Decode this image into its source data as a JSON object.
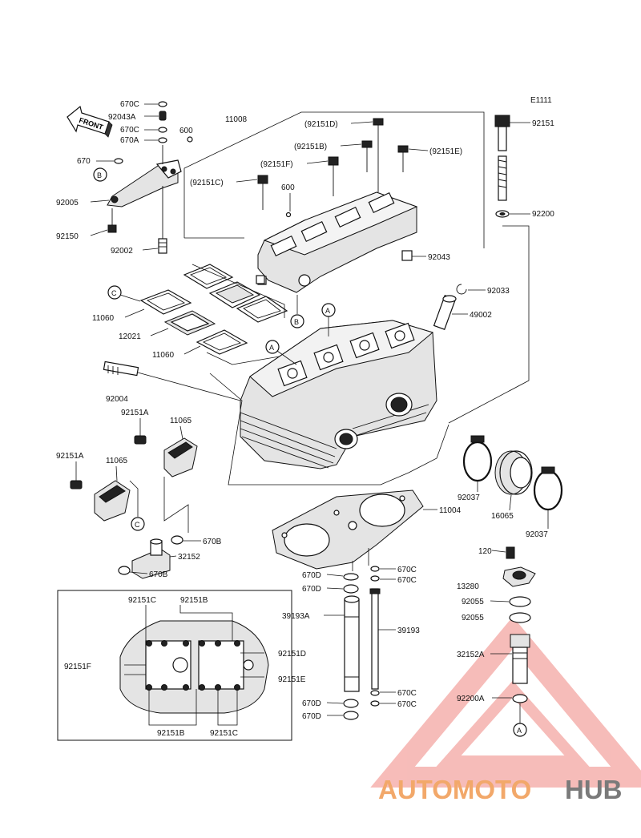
{
  "diagram_code": "E1111",
  "front_arrow": {
    "label": "FRONT"
  },
  "reference_marks": {
    "a": "A",
    "b": "B",
    "c": "C"
  },
  "watermark": {
    "text_left": "AUTOMOTO",
    "text_right": "HUB",
    "color_left": "#f2a86a",
    "color_right": "#7a7a7a",
    "logo_color": "#f4a6a2"
  },
  "labels": {
    "p670C_top": "670C",
    "p92043A": "92043A",
    "p670C_mid": "670C",
    "p670A": "670A",
    "p600_top": "600",
    "p670": "670",
    "p92005": "92005",
    "p92150": "92150",
    "p92002": "92002",
    "p11008": "11008",
    "p92151D": "(92151D)",
    "p92151B": "(92151B)",
    "p92151F": "(92151F)",
    "p92151C": "(92151C)",
    "p92151E": "(92151E)",
    "p600_mid": "600",
    "p92043": "92043",
    "p92151": "92151",
    "p92200": "92200",
    "p92033": "92033",
    "p49002": "49002",
    "p11060a": "11060",
    "p12021": "12021",
    "p11060b": "11060",
    "p92004": "92004",
    "p92151A_1": "92151A",
    "p11065_1": "11065",
    "p92151A_2": "92151A",
    "p11065_2": "11065",
    "p670B_1": "670B",
    "p32152": "32152",
    "p670B_2": "670B",
    "p92037_1": "92037",
    "p16065": "16065",
    "p92037_2": "92037",
    "p11004": "11004",
    "p120": "120",
    "p13280": "13280",
    "p92055_1": "92055",
    "p92055_2": "92055",
    "p32152A": "32152A",
    "p92200A": "92200A",
    "p670D_1": "670D",
    "p670D_2": "670D",
    "p670C_a": "670C",
    "p670C_b": "670C",
    "p39193A": "39193A",
    "p39193": "39193",
    "p670C_c": "670C",
    "p670C_d": "670C",
    "p670D_3": "670D",
    "p670D_4": "670D",
    "inset_92151C_top": "92151C",
    "inset_92151B_top": "92151B",
    "inset_92151F": "92151F",
    "inset_92151D": "92151D",
    "inset_92151E": "92151E",
    "inset_92151B_bot": "92151B",
    "inset_92151C_bot": "92151C"
  }
}
